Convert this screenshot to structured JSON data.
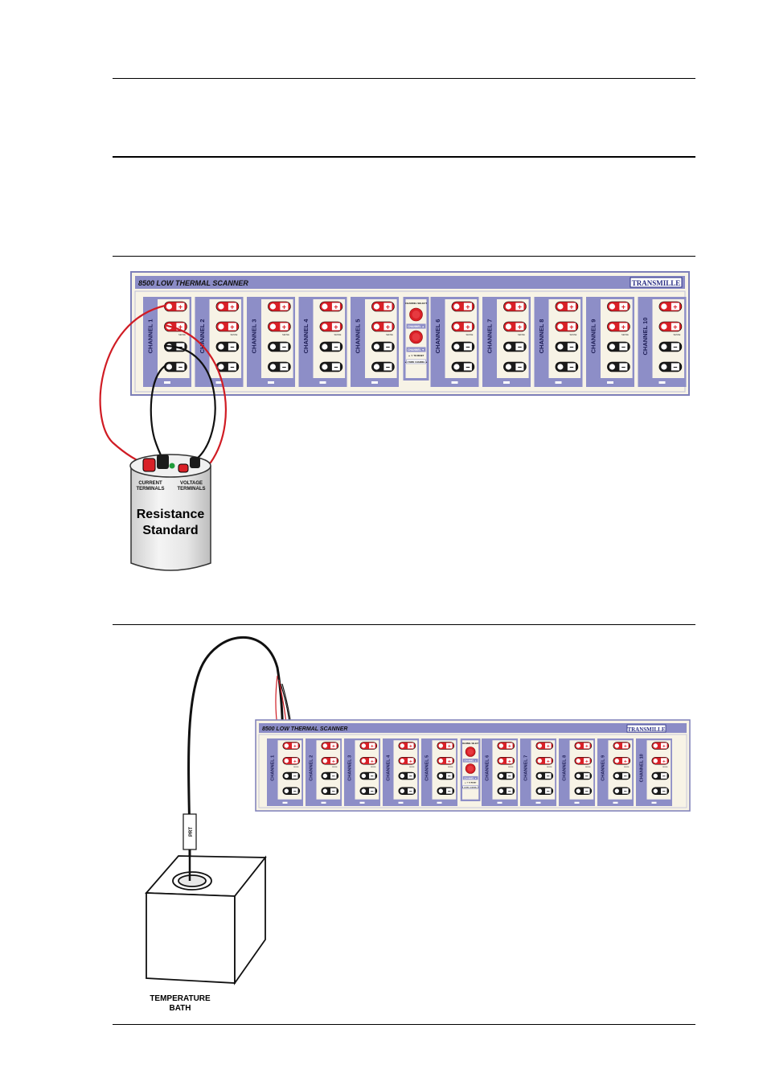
{
  "colors": {
    "panel_border": "#7d7fb8",
    "panel_bg": "#f7f3e6",
    "header_bar": "#8b8cc6",
    "channel_bg": "#8d8ec7",
    "terminal_red": "#d92027",
    "terminal_black": "#1b1b1b",
    "wire_red": "#d01c24",
    "wire_black": "#111111"
  },
  "panel": {
    "title": "8500 LOW THERMAL SCANNER",
    "brand": "TRANSMILLE",
    "channels": [
      "CHANNEL 1",
      "CHANNEL 2",
      "CHANNEL 3",
      "CHANNEL 4",
      "CHANNEL 5",
      "CHANNEL 6",
      "CHANNEL 7",
      "CHANNEL 8",
      "CHANNEL 9",
      "CHANNEL 10"
    ],
    "plus_symbol": "+",
    "minus_symbol": "−",
    "sense_label": "SENSE",
    "select": {
      "heading": "CHANNEL SELECT",
      "up": "CHANNEL ▲",
      "down": "CHANNEL ▼",
      "reset": "▲ ▼ TO RESET",
      "option": "◄ 4 WIRE CHANNEL ►"
    }
  },
  "figure1": {
    "device_title_line1": "Resistance",
    "device_title_line2": "Standard",
    "current_label_line1": "CURRENT",
    "current_label_line2": "TERMINALS",
    "voltage_label_line1": "VOLTAGE",
    "voltage_label_line2": "TERMINALS"
  },
  "figure2": {
    "probe_label": "PRT",
    "bath_label_line1": "TEMPERATURE",
    "bath_label_line2": "BATH"
  }
}
